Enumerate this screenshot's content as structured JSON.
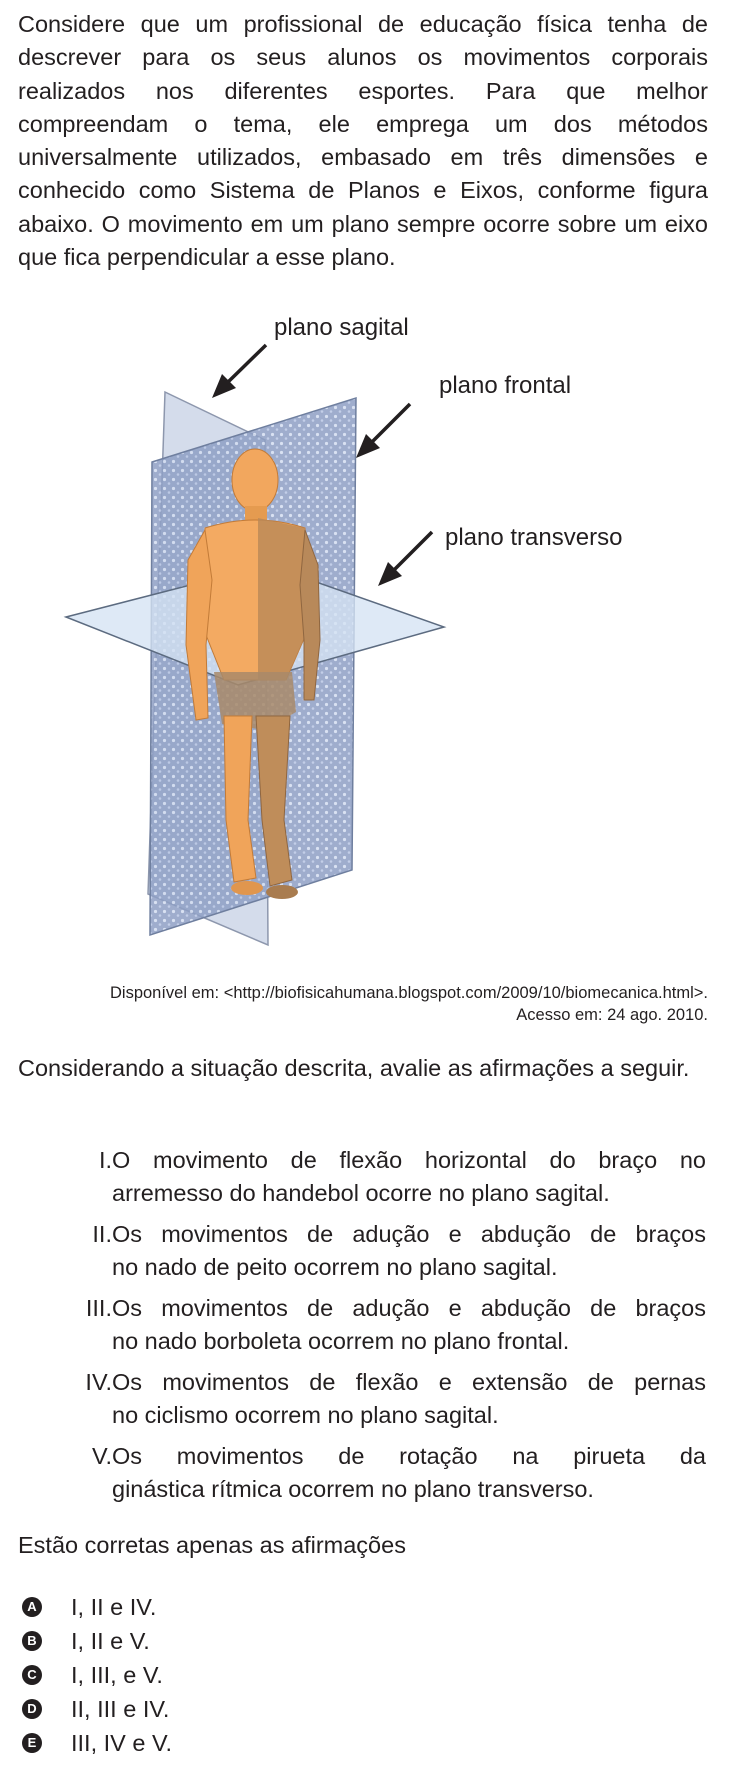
{
  "intro": "Considere que um profissional de educação física tenha de descrever para os seus alunos os movimentos corporais realizados nos diferentes esportes. Para que melhor compreendam o tema, ele emprega um dos métodos universalmente utilizados, embasado em três dimensões e conhecido como Sistema de Planos e Eixos, conforme figura abaixo. O movimento em um plano sempre ocorre sobre um eixo que fica perpendicular a esse plano.",
  "figure": {
    "label_sagital": "plano sagital",
    "label_frontal": "plano frontal",
    "label_transverso": "plano transverso"
  },
  "source": {
    "line1": "Disponível em: <http://biofisicahumana.blogspot.com/2009/10/biomecanica.html>.",
    "line2": "Acesso em: 24 ago. 2010."
  },
  "lead": "Considerando a situação descrita, avalie as afirmações a seguir.",
  "statements": [
    {
      "num": "I.",
      "line1": "O movimento de flexão horizontal do braço no",
      "line2": "arremesso do handebol ocorre no plano sagital."
    },
    {
      "num": "II.",
      "line1": "Os movimentos de adução e abdução de braços",
      "line2": "no nado de peito ocorrem no plano sagital."
    },
    {
      "num": "III.",
      "line1": "Os movimentos de adução e abdução de braços",
      "line2": "no nado borboleta ocorrem no plano frontal."
    },
    {
      "num": "IV.",
      "line1": "Os movimentos de flexão e extensão de pernas",
      "line2": "no ciclismo ocorrem no plano sagital."
    },
    {
      "num": "V.",
      "line1": "Os movimentos de rotação na pirueta da",
      "line2": "ginástica rítmica ocorrem no plano transverso."
    }
  ],
  "question": "Estão corretas apenas as afirmações",
  "options": [
    {
      "letter": "A",
      "text": "I, II e IV."
    },
    {
      "letter": "B",
      "text": "I, II e V."
    },
    {
      "letter": "C",
      "text": "I, III, e V."
    },
    {
      "letter": "D",
      "text": "II, III e IV."
    },
    {
      "letter": "E",
      "text": "III, IV e V."
    }
  ]
}
